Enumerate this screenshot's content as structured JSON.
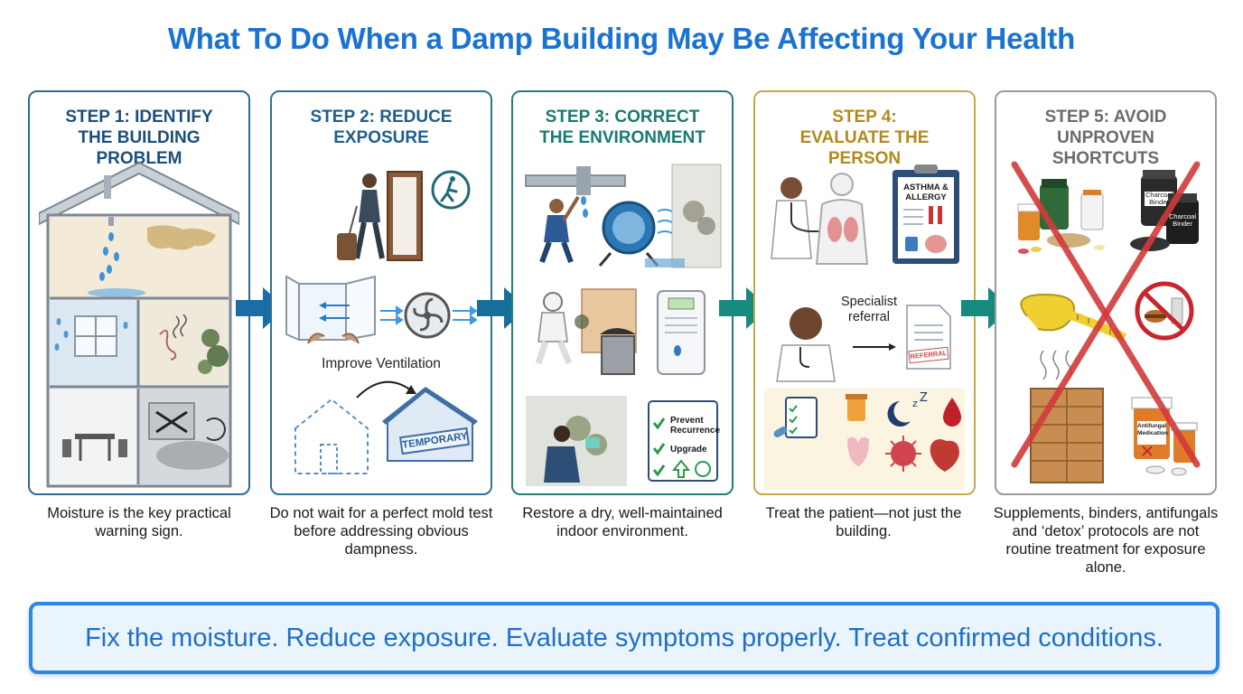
{
  "title": "What To Do When a Damp Building May Be Affecting Your Health",
  "steps": [
    {
      "heading": "STEP 1: IDENTIFY THE BUILDING PROBLEM",
      "caption": "Moisture is the key practical warning sign.",
      "color": "#1d4e7a"
    },
    {
      "heading": "STEP 2: REDUCE EXPOSURE",
      "caption": "Do not wait for a perfect mold test before addressing obvious dampness.",
      "color": "#1f5d8c",
      "labels": {
        "ventilation": "Improve Ventilation",
        "temporary": "TEMPORARY"
      }
    },
    {
      "heading": "STEP 3: CORRECT THE ENVIRONMENT",
      "caption": "Restore a dry, well-maintained indoor environment.",
      "color": "#197a70",
      "labels": {
        "prevent": "Prevent Recurrence",
        "upgrade": "Upgrade"
      }
    },
    {
      "heading": "STEP 4: EVALUATE THE PERSON",
      "caption": "Treat the patient—not just the building.",
      "color": "#b08a1c",
      "labels": {
        "asthma": "ASTHMA & ALLERGY",
        "referral": "Specialist referral",
        "stamp": "REFERRAL"
      }
    },
    {
      "heading": "STEP 5: AVOID UNPROVEN SHORTCUTS",
      "caption": "Supplements, binders, antifungals and ‘detox’ protocols are not routine treatment for exposure alone.",
      "color": "#6b6b6b",
      "labels": {
        "binder1": "Charcoal Binder",
        "binder2": "Charcoal Binder",
        "antifungal": "Antifungal Medication"
      }
    }
  ],
  "footer": "Fix the moisture. Reduce exposure. Evaluate symptoms properly. Treat confirmed conditions.",
  "colors": {
    "title": "#1a72d1",
    "arrow_blue": "#1b6ea3",
    "arrow_teal": "#178a7f",
    "cross": "#d23a3a",
    "footer_border": "#2e86e6"
  }
}
